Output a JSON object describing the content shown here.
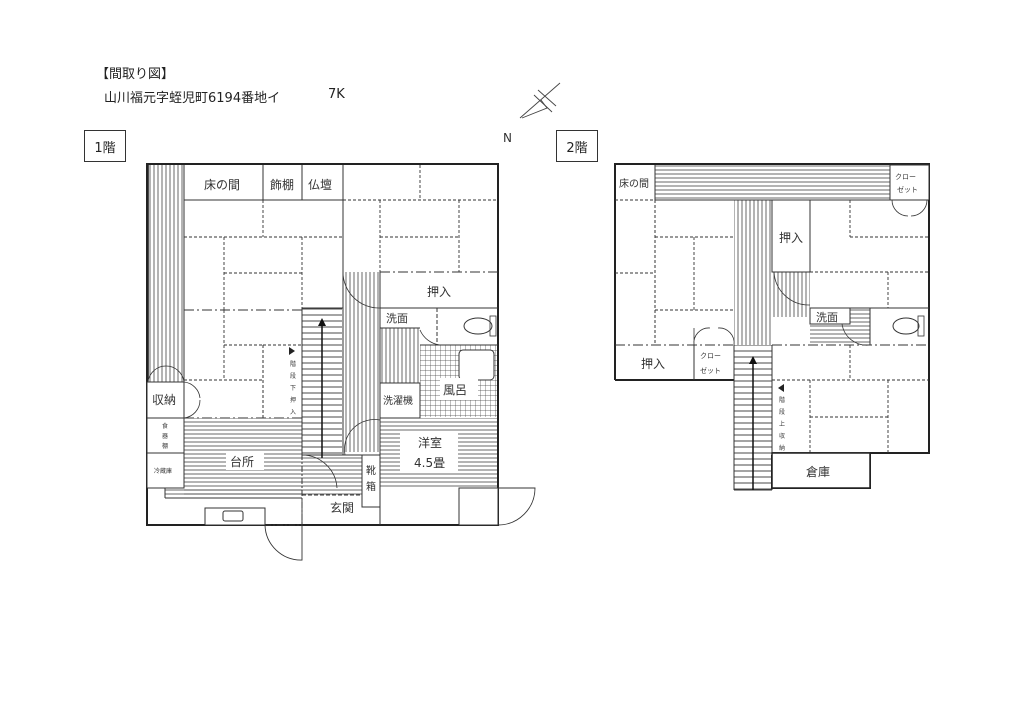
{
  "header": {
    "title": "【間取り図】",
    "address": "山川福元字蛭児町6194番地イ",
    "layout_type": "7K"
  },
  "compass": {
    "label": "N"
  },
  "floor1": {
    "label": "1階",
    "rooms": {
      "tokonoma": "床の間",
      "kazaridana": "飾棚",
      "butsudan": "仏壇",
      "oshiire": "押入",
      "senmen": "洗面",
      "furo": "風呂",
      "sentakuki": "洗濯機",
      "shuno": "収納",
      "shokkidana": [
        "食",
        "器",
        "棚"
      ],
      "reizoko": "冷蔵庫",
      "daidokoro": "台所",
      "genkan": "玄関",
      "kutsubako": [
        "靴",
        "箱"
      ],
      "yoshitsu": "洋室",
      "yoshitsu_size": "4.5畳",
      "kaidan_shita": [
        "階",
        "段",
        "下",
        "押",
        "入"
      ]
    }
  },
  "floor2": {
    "label": "2階",
    "rooms": {
      "tokonoma": "床の間",
      "closet_top": [
        "クロー",
        "ゼット"
      ],
      "oshiire_top": "押入",
      "senmen": "洗面",
      "oshiire_left": "押入",
      "closet_left": [
        "クロー",
        "ゼット"
      ],
      "kaidan_ue": [
        "階",
        "段",
        "上",
        "収",
        "納"
      ],
      "soko": "倉庫"
    }
  }
}
